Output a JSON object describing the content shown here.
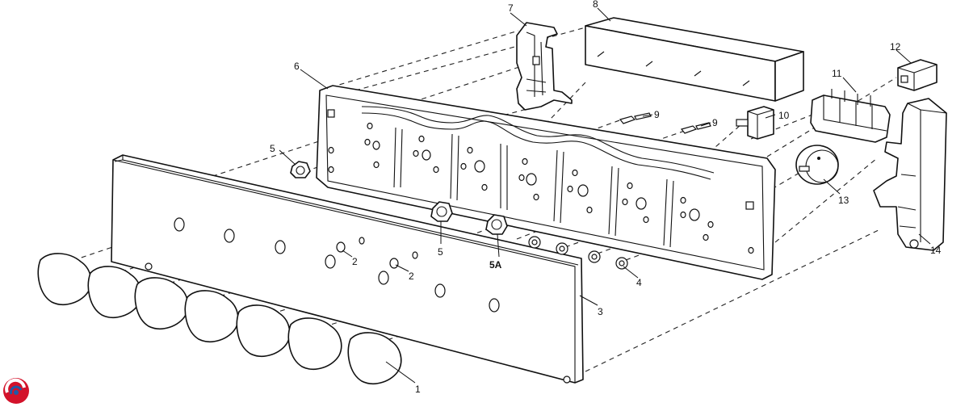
{
  "labels": {
    "l1": "1",
    "l2a": "2",
    "l2b": "2",
    "l3": "3",
    "l4": "4",
    "l5a": "5",
    "l5b": "5",
    "l5A": "5A",
    "l6": "6",
    "l7": "7",
    "l8": "8",
    "l9a": "9",
    "l9b": "9",
    "l10": "10",
    "l11": "11",
    "l12": "12",
    "l13": "13",
    "l14": "14"
  },
  "colors": {
    "line": "#111111",
    "logo_red": "#d3122a",
    "logo_blue": "#1f5aa6"
  }
}
